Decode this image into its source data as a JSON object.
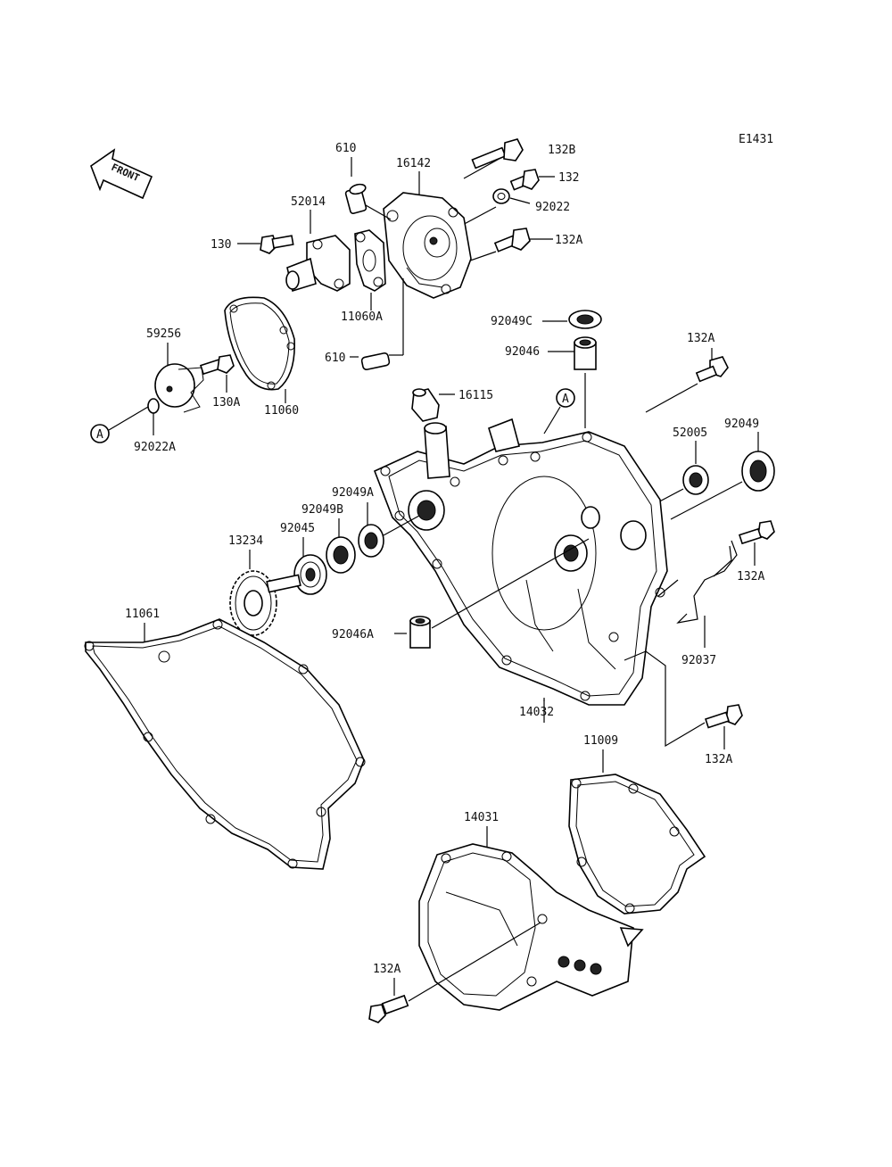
{
  "diagram_code": "E1431",
  "front_text": "FRONT",
  "callout_a": "A",
  "parts": {
    "p132B": "132B",
    "p132": "132",
    "p92022": "92022",
    "p132A_top": "132A",
    "p610_top": "610",
    "p16142": "16142",
    "p52014": "52014",
    "p130": "130",
    "p11060A": "11060A",
    "p610_mid": "610",
    "p59256": "59256",
    "p130A": "130A",
    "p11060": "11060",
    "p92022A": "92022A",
    "p92049C": "92049C",
    "p92046": "92046",
    "p16115": "16115",
    "p132A_right": "132A",
    "p52005": "52005",
    "p92049": "92049",
    "p92049A": "92049A",
    "p92049B": "92049B",
    "p92045": "92045",
    "p13234": "13234",
    "p132A_bolt": "132A",
    "p11061": "11061",
    "p92046A": "92046A",
    "p92037": "92037",
    "p14032": "14032",
    "p132A_lower": "132A",
    "p11009": "11009",
    "p14031": "14031",
    "p132A_bottom": "132A"
  }
}
